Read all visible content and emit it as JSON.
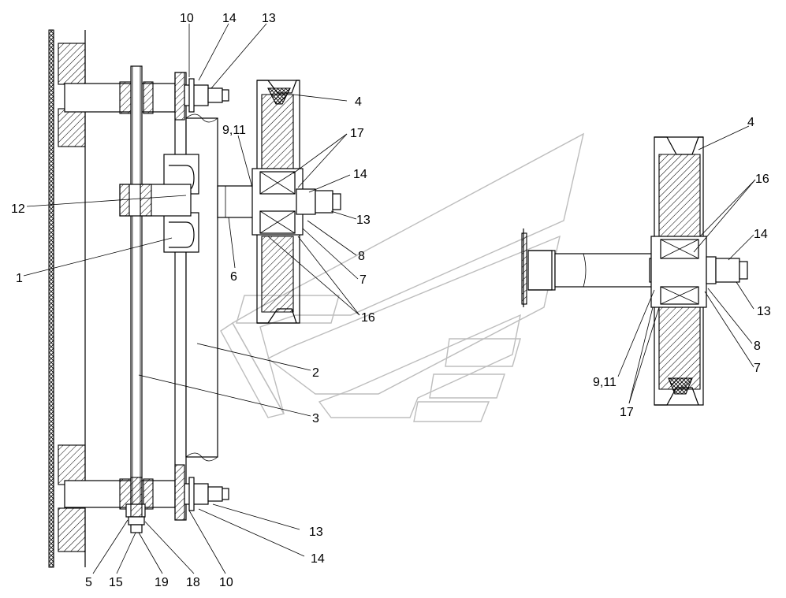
{
  "callouts": {
    "left_top_10": "10",
    "left_top_14": "14",
    "left_top_13": "13",
    "left_pulley_4": "4",
    "left_9_11": "9,11",
    "left_17": "17",
    "left_14_mid": "14",
    "left_12": "12",
    "left_13_mid": "13",
    "left_8": "8",
    "left_1": "1",
    "left_6": "6",
    "left_7": "7",
    "left_16": "16",
    "left_2": "2",
    "left_3": "3",
    "left_13_bot": "13",
    "left_14_bot": "14",
    "left_5": "5",
    "left_15": "15",
    "left_19": "19",
    "left_18": "18",
    "left_10_bot": "10",
    "right_4": "4",
    "right_16": "16",
    "right_14": "14",
    "right_13": "13",
    "right_8": "8",
    "right_7": "7",
    "right_9_11": "9,11",
    "right_17": "17"
  },
  "colors": {
    "line": "#000000",
    "watermark": "#bdbdbd",
    "background": "#ffffff"
  }
}
